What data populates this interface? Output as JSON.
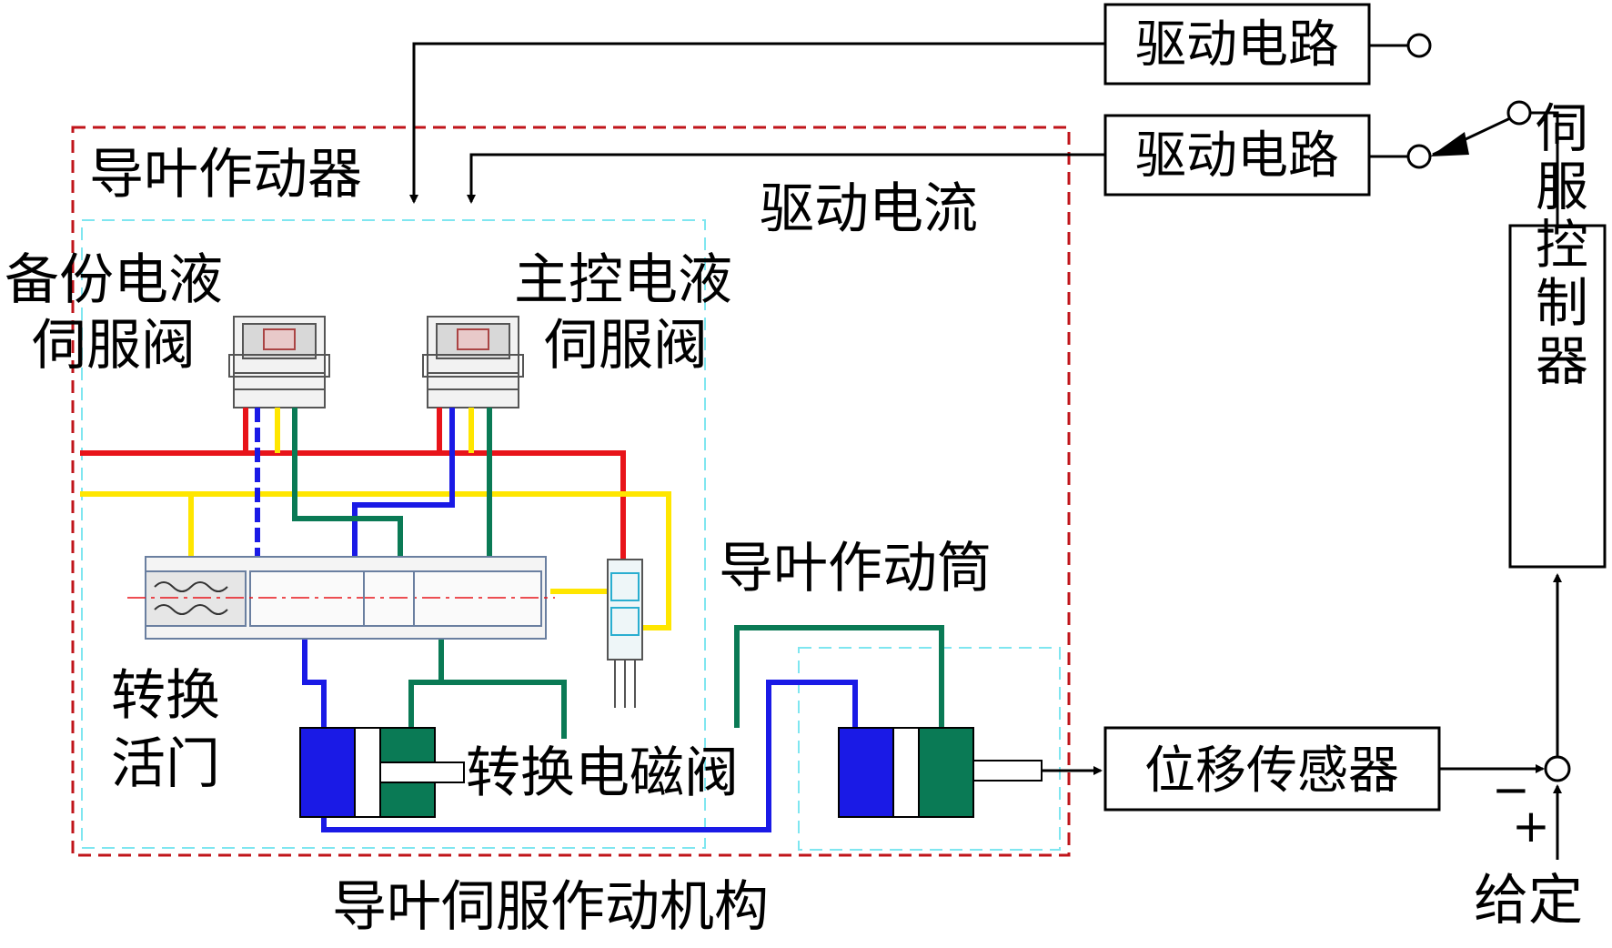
{
  "diagram": {
    "drive_circuit_1": "驱动电路",
    "drive_circuit_2": "驱动电路",
    "guide_vane_actuator": "导叶作动器",
    "drive_current": "驱动电流",
    "backup_valve_line1": "备份电液",
    "backup_valve_line2": "伺服阀",
    "main_valve_line1": "主控电液",
    "main_valve_line2": "伺服阀",
    "guide_vane_cylinder": "导叶作动筒",
    "switch_valve_line1": "转换",
    "switch_valve_line2": "活门",
    "switch_solenoid": "转换电磁阀",
    "displacement_sensor": "位移传感器",
    "servo_controller": "伺服控制器",
    "mechanism_title": "导叶伺服作动机构",
    "setpoint": "给定",
    "minus_sign": "−",
    "plus_sign": "+"
  },
  "colors": {
    "pressure_red": "#e8141a",
    "return_yellow": "#ffe600",
    "control_blue": "#1a1ae6",
    "control_green": "#0a7a55",
    "boundary_red_dash": "#c0141a",
    "boundary_cyan_dash": "#7fe6f0"
  }
}
